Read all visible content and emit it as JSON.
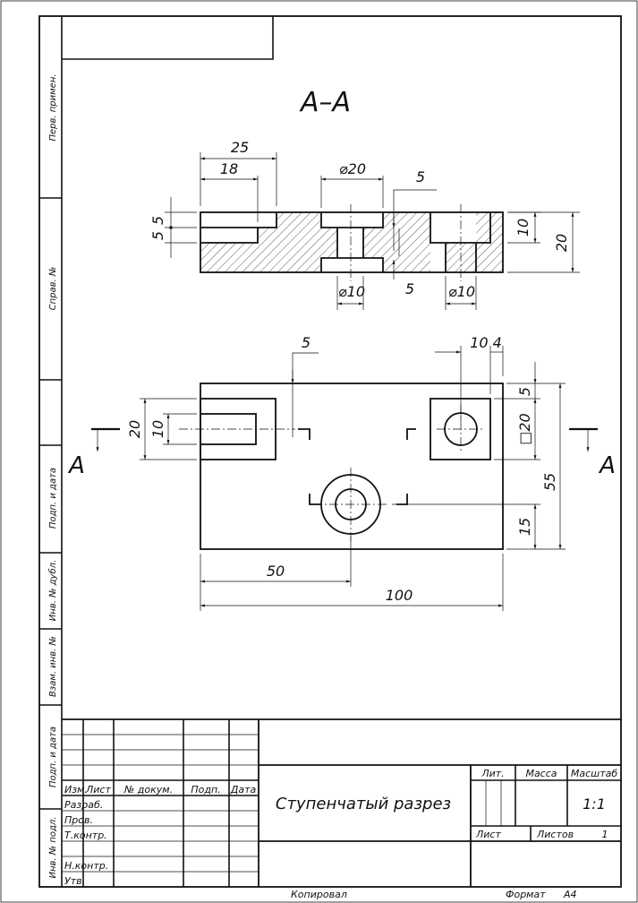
{
  "drawing": {
    "section_label": "A–A",
    "cut_letter": "A",
    "top_view_dims": {
      "d25": "25",
      "d18": "18",
      "d20_dia": "⌀20",
      "d5_top": "5",
      "d5a": "5",
      "d5b": "5",
      "d10_right": "10",
      "d20_right": "20",
      "d10_dia_left": "⌀10",
      "d5_bottom": "5",
      "d10_dia_right": "⌀10"
    },
    "plan_view_dims": {
      "d5_top": "5",
      "d10_4": "10 4",
      "d20_left": "20",
      "d10_left": "10",
      "d5_right": "5",
      "d20_square": "□20",
      "d55": "55",
      "d15": "15",
      "d50": "50",
      "d100": "100"
    }
  },
  "left_strip": {
    "labels": [
      "Перв. примен.",
      "Справ. №",
      "Подп. и дата",
      "Инв. № дубл.",
      "Взам. инв. №",
      "Подп. и дата",
      "Инв. № подл."
    ]
  },
  "title_block": {
    "header": [
      "Изм.",
      "Лист",
      "№ докум.",
      "Подп.",
      "Дата"
    ],
    "rows": [
      "Разраб.",
      "Пров.",
      "Т.контр.",
      "",
      "Н.контр.",
      "Утв."
    ],
    "title": "Ступенчатый разрез",
    "lit_label": "Лит.",
    "mass_label": "Масса",
    "scale_label": "Масштаб",
    "scale_value": "1:1",
    "sheet_label": "Лист",
    "sheets_label": "Листов",
    "sheets_value": "1"
  },
  "footer": {
    "copied": "Копировал",
    "format_label": "Формат",
    "format_value": "А4"
  }
}
